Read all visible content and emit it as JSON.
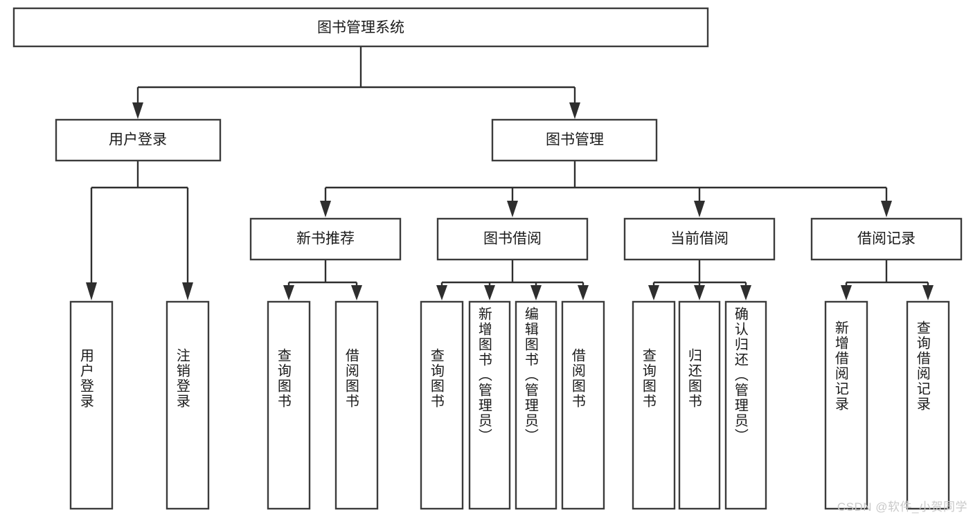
{
  "diagram": {
    "title": "图书管理系统",
    "type": "hierarchy-tree",
    "root": {
      "id": "root",
      "label": "图书管理系统",
      "level": 1
    },
    "level2": [
      {
        "id": "user-login",
        "label": "用户登录"
      },
      {
        "id": "book-management",
        "label": "图书管理"
      }
    ],
    "level3": [
      {
        "id": "new-book-recommend",
        "label": "新书推荐",
        "parent": "book-management"
      },
      {
        "id": "book-borrow",
        "label": "图书借阅",
        "parent": "book-management"
      },
      {
        "id": "current-borrow",
        "label": "当前借阅",
        "parent": "book-management"
      },
      {
        "id": "borrow-record",
        "label": "借阅记录",
        "parent": "book-management"
      }
    ],
    "leaves": {
      "user-login": [
        {
          "id": "leaf-user-login",
          "label": "用户登录"
        },
        {
          "id": "leaf-user-logout",
          "label": "注销登录"
        }
      ],
      "new-book-recommend": [
        {
          "id": "leaf-query-book-1",
          "label": "查询图书"
        },
        {
          "id": "leaf-borrow-book-1",
          "label": "借阅图书"
        }
      ],
      "book-borrow": [
        {
          "id": "leaf-query-book-2",
          "label": "查询图书"
        },
        {
          "id": "leaf-add-book",
          "label": "新增图书（管理员）"
        },
        {
          "id": "leaf-edit-book",
          "label": "编辑图书（管理员）"
        },
        {
          "id": "leaf-borrow-book-2",
          "label": "借阅图书"
        }
      ],
      "current-borrow": [
        {
          "id": "leaf-query-book-3",
          "label": "查询图书"
        },
        {
          "id": "leaf-return-book",
          "label": "归还图书"
        },
        {
          "id": "leaf-confirm-return",
          "label": "确认归还（管理员）"
        }
      ],
      "borrow-record": [
        {
          "id": "leaf-add-record",
          "label": "新增借阅记录"
        },
        {
          "id": "leaf-query-record",
          "label": "查询借阅记录"
        }
      ]
    },
    "colors": {
      "box_fill": "#ffffff",
      "box_stroke": "#3b3b3b",
      "connector": "#2e2e2e",
      "text": "#1a1a1a",
      "watermark": "#c9c9c9",
      "background": "#ffffff"
    }
  },
  "watermark": {
    "text": "CSDN @软件_小贺同学"
  }
}
